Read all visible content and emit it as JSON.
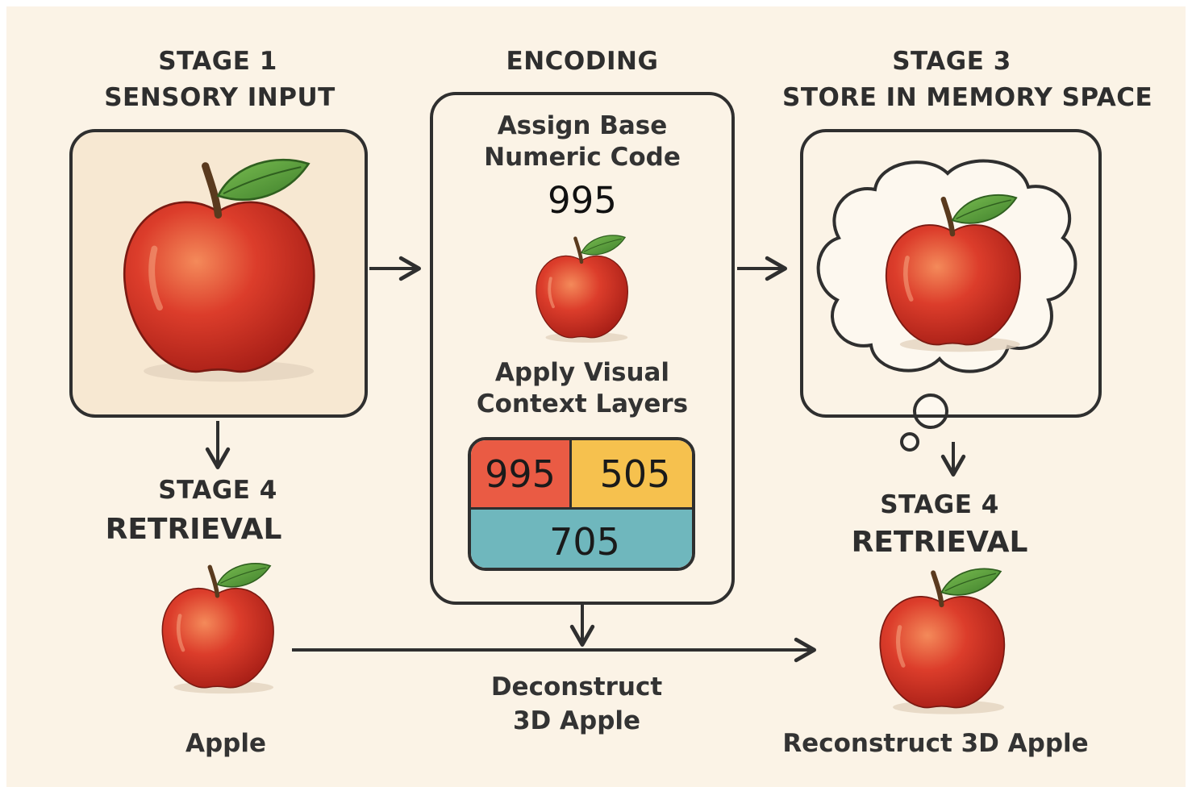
{
  "stage1": {
    "line1": "STAGE 1",
    "line2": "SENSORY INPUT"
  },
  "encoding": {
    "heading": "ENCODING",
    "step1_line1": "Assign Base",
    "step1_line2": "Numeric Code",
    "base_code": "995",
    "step2_line1": "Apply Visual",
    "step2_line2": "Context Layers",
    "layers": {
      "red": "995",
      "yellow": "505",
      "blue": "705"
    }
  },
  "stage3": {
    "line1": "STAGE 3",
    "line2": "STORE IN MEMORY SPACE"
  },
  "stage4_left": {
    "line1": "STAGE 4",
    "line2": "RETRIEVAL",
    "caption": "Apple"
  },
  "stage4_right": {
    "line1": "STAGE 4",
    "line2": "RETRIEVAL",
    "caption": "Reconstruct 3D Apple"
  },
  "deconstruct": {
    "line1": "Deconstruct",
    "line2": "3D Apple"
  },
  "colors": {
    "background": "#fbf3e6",
    "layer_red": "#ea5b44",
    "layer_yellow": "#f6c14e",
    "layer_blue": "#6fb7bd",
    "apple_red": "#d9382a",
    "leaf_green": "#5a9a3a"
  },
  "icons": [
    "apple-icon",
    "thought-cloud-icon",
    "arrow-right-icon",
    "arrow-down-icon"
  ]
}
